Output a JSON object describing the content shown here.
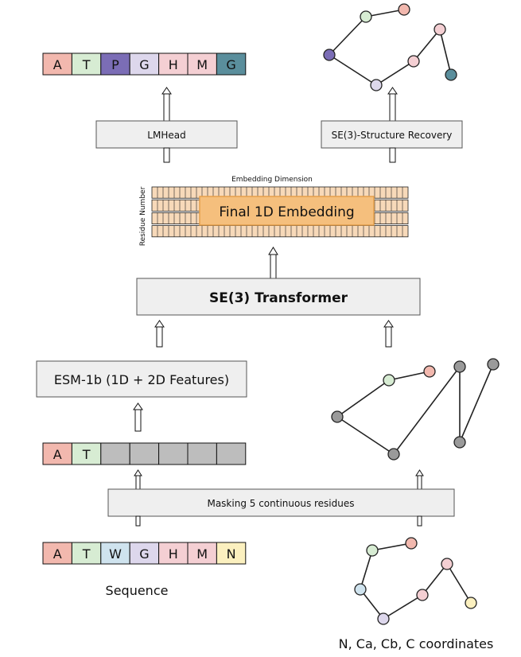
{
  "top_sequence": [
    "A",
    "T",
    "P",
    "G",
    "H",
    "M",
    "G"
  ],
  "top_sequence_colors": [
    "#f2b8ae",
    "#d7ecd3",
    "#7b6db6",
    "#ddd7ec",
    "#f4cfd3",
    "#f4cfd3",
    "#5a8e9c"
  ],
  "lmhead_label": "LMHead",
  "structure_recovery_label": "SE(3)-Structure Recovery",
  "embedding": {
    "dimension_label": "Embedding Dimension",
    "residue_label": "Residue Number",
    "final_label": "Final 1D Embedding",
    "grid_color": "#f7d9b9",
    "highlight_color": "#f5bf7d"
  },
  "transformer_label": "SE(3) Transformer",
  "esm_label": "ESM-1b (1D + 2D Features)",
  "masked_sequence": [
    "A",
    "T",
    "",
    "",
    "",
    "",
    ""
  ],
  "masked_sequence_colors": [
    "#f2b8ae",
    "#d7ecd3",
    "#bdbdbd",
    "#bdbdbd",
    "#bdbdbd",
    "#bdbdbd",
    "#bdbdbd"
  ],
  "masking_label": "Masking 5 continuous residues",
  "input_sequence": [
    "A",
    "T",
    "W",
    "G",
    "H",
    "M",
    "N"
  ],
  "input_sequence_colors": [
    "#f2b8ae",
    "#d7ecd3",
    "#cfe3ee",
    "#ddd7ec",
    "#f4cfd3",
    "#f4cfd3",
    "#fbf0bf"
  ],
  "sequence_caption": "Sequence",
  "coordinates_caption": "N, Ca, Cb, C coordinates",
  "top_graph_colors": [
    "#d7ecd3",
    "#f2b8ae",
    "#7b6db6",
    "#ddd7ec",
    "#f4cfd3",
    "#f4cfd3",
    "#5a8e9c"
  ],
  "masked_graph_colors": [
    "#d7ecd3",
    "#f2b8ae",
    "#9a9a9a",
    "#9a9a9a",
    "#9a9a9a",
    "#9a9a9a",
    "#9a9a9a"
  ],
  "input_graph_colors": [
    "#f2b8ae",
    "#d7ecd3",
    "#cfe3ee",
    "#ddd7ec",
    "#f4cfd3",
    "#f4cfd3",
    "#fbf0bf"
  ]
}
